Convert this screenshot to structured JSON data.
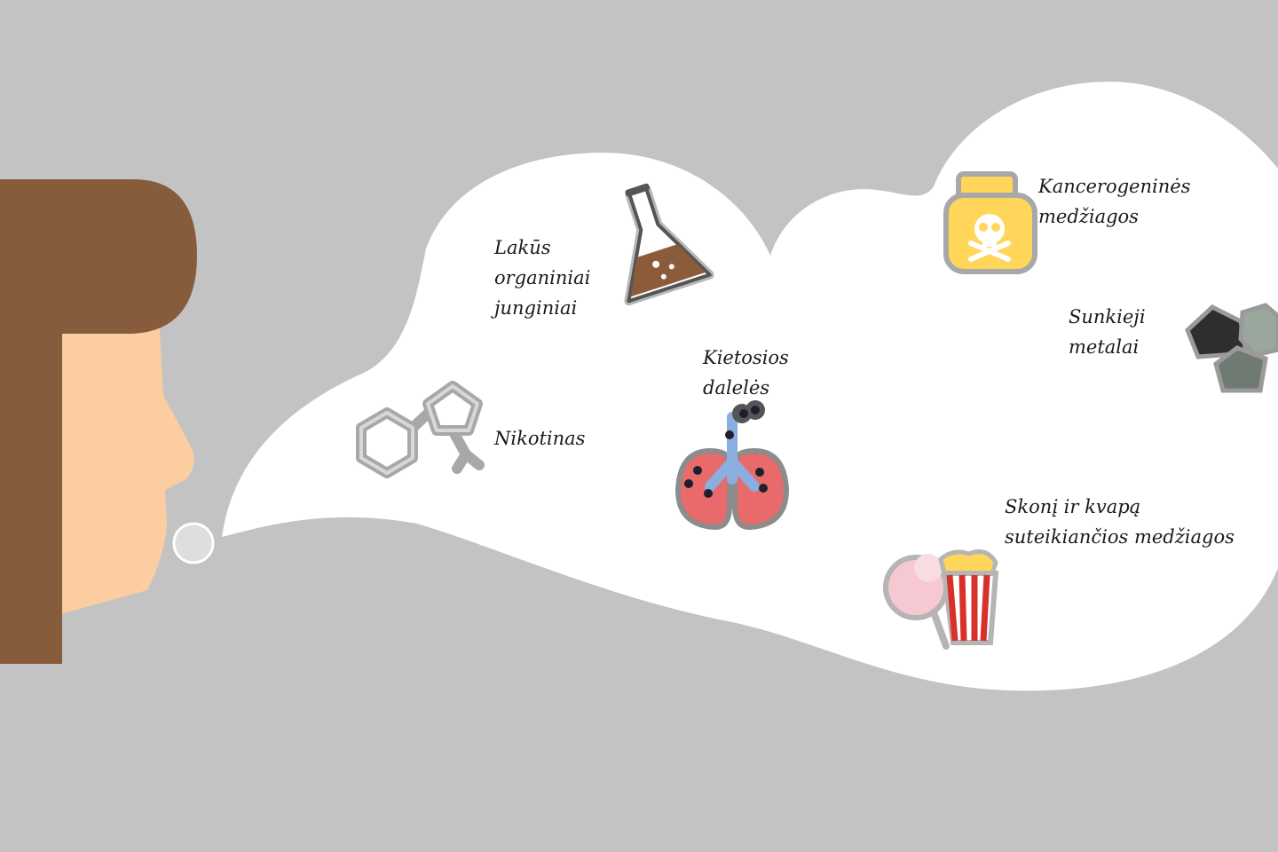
{
  "labels": {
    "lakus": [
      "Lakūs",
      "organiniai",
      "junginiai"
    ],
    "nikotinas": [
      "Nikotinas"
    ],
    "kietosios": [
      "Kietosios",
      "dalelės"
    ],
    "kancerogenines": [
      "Kancerogeninės",
      "medžiagos"
    ],
    "sunkieji": [
      "Sunkieji",
      "metalai"
    ],
    "skoni": [
      "Skonį ir kvapą",
      "suteikiančios medžiagos"
    ]
  },
  "icons": {
    "flask": "flask-icon",
    "molecule": "molecule-icon",
    "lungs": "lungs-icon",
    "poison": "poison-jar-icon",
    "metals": "rocks-icon",
    "treats": "cotton-candy-popcorn-icon"
  },
  "colors": {
    "background": "#c3c3c3",
    "hair": "#865c3c",
    "skin": "#fccda0",
    "cloud": "#ffffff",
    "lungs": "#e86a6a",
    "airway": "#8aaee0",
    "jar": "#ffd65a",
    "popcorn": "#d9312a",
    "cotton_candy": "#f6c8d2",
    "flask_liquid": "#8b5b3a"
  }
}
